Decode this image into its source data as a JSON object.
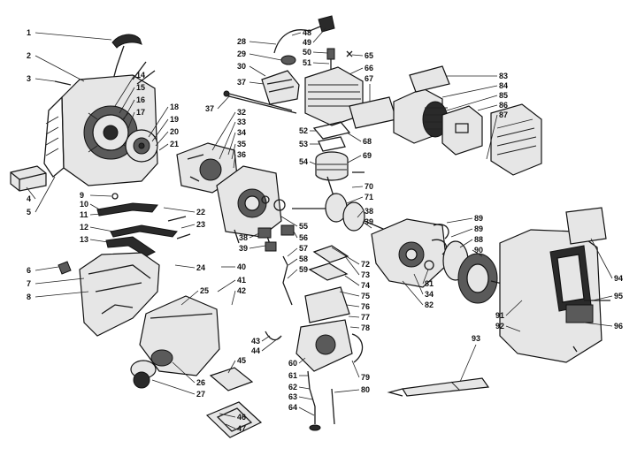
{
  "callouts": [
    {
      "label": "1"
    },
    {
      "label": "2"
    },
    {
      "label": "3"
    },
    {
      "label": "14"
    },
    {
      "label": "15"
    },
    {
      "label": "16"
    },
    {
      "label": "17"
    },
    {
      "label": "18"
    },
    {
      "label": "19"
    },
    {
      "label": "20"
    },
    {
      "label": "21"
    },
    {
      "label": "4"
    },
    {
      "label": "5"
    },
    {
      "label": "9"
    },
    {
      "label": "10"
    },
    {
      "label": "11"
    },
    {
      "label": "22"
    },
    {
      "label": "23"
    },
    {
      "label": "12"
    },
    {
      "label": "13"
    },
    {
      "label": "6"
    },
    {
      "label": "7"
    },
    {
      "label": "8"
    },
    {
      "label": "24"
    },
    {
      "label": "25"
    },
    {
      "label": "26"
    },
    {
      "label": "27"
    },
    {
      "label": "28"
    },
    {
      "label": "29"
    },
    {
      "label": "30"
    },
    {
      "label": "37"
    },
    {
      "label": "32"
    },
    {
      "label": "33"
    },
    {
      "label": "34"
    },
    {
      "label": "35"
    },
    {
      "label": "36"
    },
    {
      "label": "37"
    },
    {
      "label": "38"
    },
    {
      "label": "39"
    },
    {
      "label": "40"
    },
    {
      "label": "41"
    },
    {
      "label": "42"
    },
    {
      "label": "43"
    },
    {
      "label": "44"
    },
    {
      "label": "45"
    },
    {
      "label": "46"
    },
    {
      "label": "47"
    },
    {
      "label": "48"
    },
    {
      "label": "49"
    },
    {
      "label": "50"
    },
    {
      "label": "51"
    },
    {
      "label": "65"
    },
    {
      "label": "66"
    },
    {
      "label": "67"
    },
    {
      "label": "52"
    },
    {
      "label": "53"
    },
    {
      "label": "54"
    },
    {
      "label": "68"
    },
    {
      "label": "69"
    },
    {
      "label": "70"
    },
    {
      "label": "71"
    },
    {
      "label": "38"
    },
    {
      "label": "39"
    },
    {
      "label": "55"
    },
    {
      "label": "56"
    },
    {
      "label": "57"
    },
    {
      "label": "58"
    },
    {
      "label": "59"
    },
    {
      "label": "72"
    },
    {
      "label": "73"
    },
    {
      "label": "74"
    },
    {
      "label": "75"
    },
    {
      "label": "76"
    },
    {
      "label": "77"
    },
    {
      "label": "78"
    },
    {
      "label": "60"
    },
    {
      "label": "79"
    },
    {
      "label": "61"
    },
    {
      "label": "62"
    },
    {
      "label": "63"
    },
    {
      "label": "64"
    },
    {
      "label": "80"
    },
    {
      "label": "81"
    },
    {
      "label": "34"
    },
    {
      "label": "82"
    },
    {
      "label": "83"
    },
    {
      "label": "84"
    },
    {
      "label": "85"
    },
    {
      "label": "86"
    },
    {
      "label": "87"
    },
    {
      "label": "89"
    },
    {
      "label": "89"
    },
    {
      "label": "88"
    },
    {
      "label": "90"
    },
    {
      "label": "94"
    },
    {
      "label": "95"
    },
    {
      "label": "91"
    },
    {
      "label": "92"
    },
    {
      "label": "93"
    },
    {
      "label": "96"
    }
  ]
}
